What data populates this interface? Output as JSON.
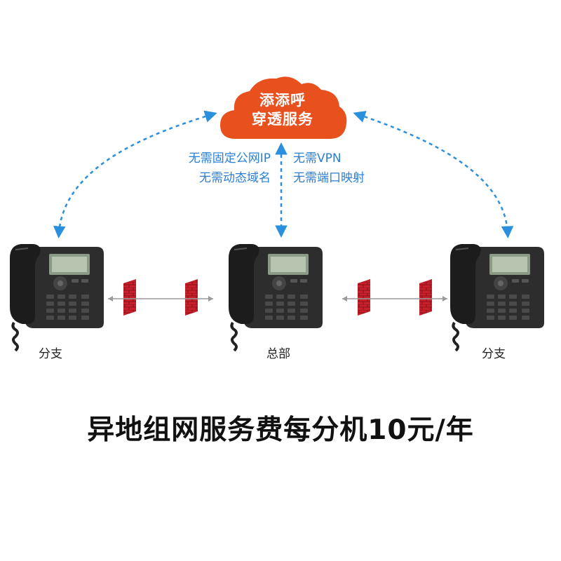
{
  "cloud": {
    "line1": "添添呼",
    "line2": "穿透服务",
    "color": "#e8501e"
  },
  "notes_left": {
    "line1": "无需固定公网IP",
    "line2": "无需动态域名"
  },
  "notes_right": {
    "line1": "无需VPN",
    "line2": "无需端口映射"
  },
  "nodes": {
    "left": "分支",
    "center": "总部",
    "right": "分支"
  },
  "headline": "异地组网服务费每分机10元/年",
  "colors": {
    "arrow": "#2a8fdc",
    "note_text": "#2a7fd4",
    "firewall": "#c8202a"
  }
}
